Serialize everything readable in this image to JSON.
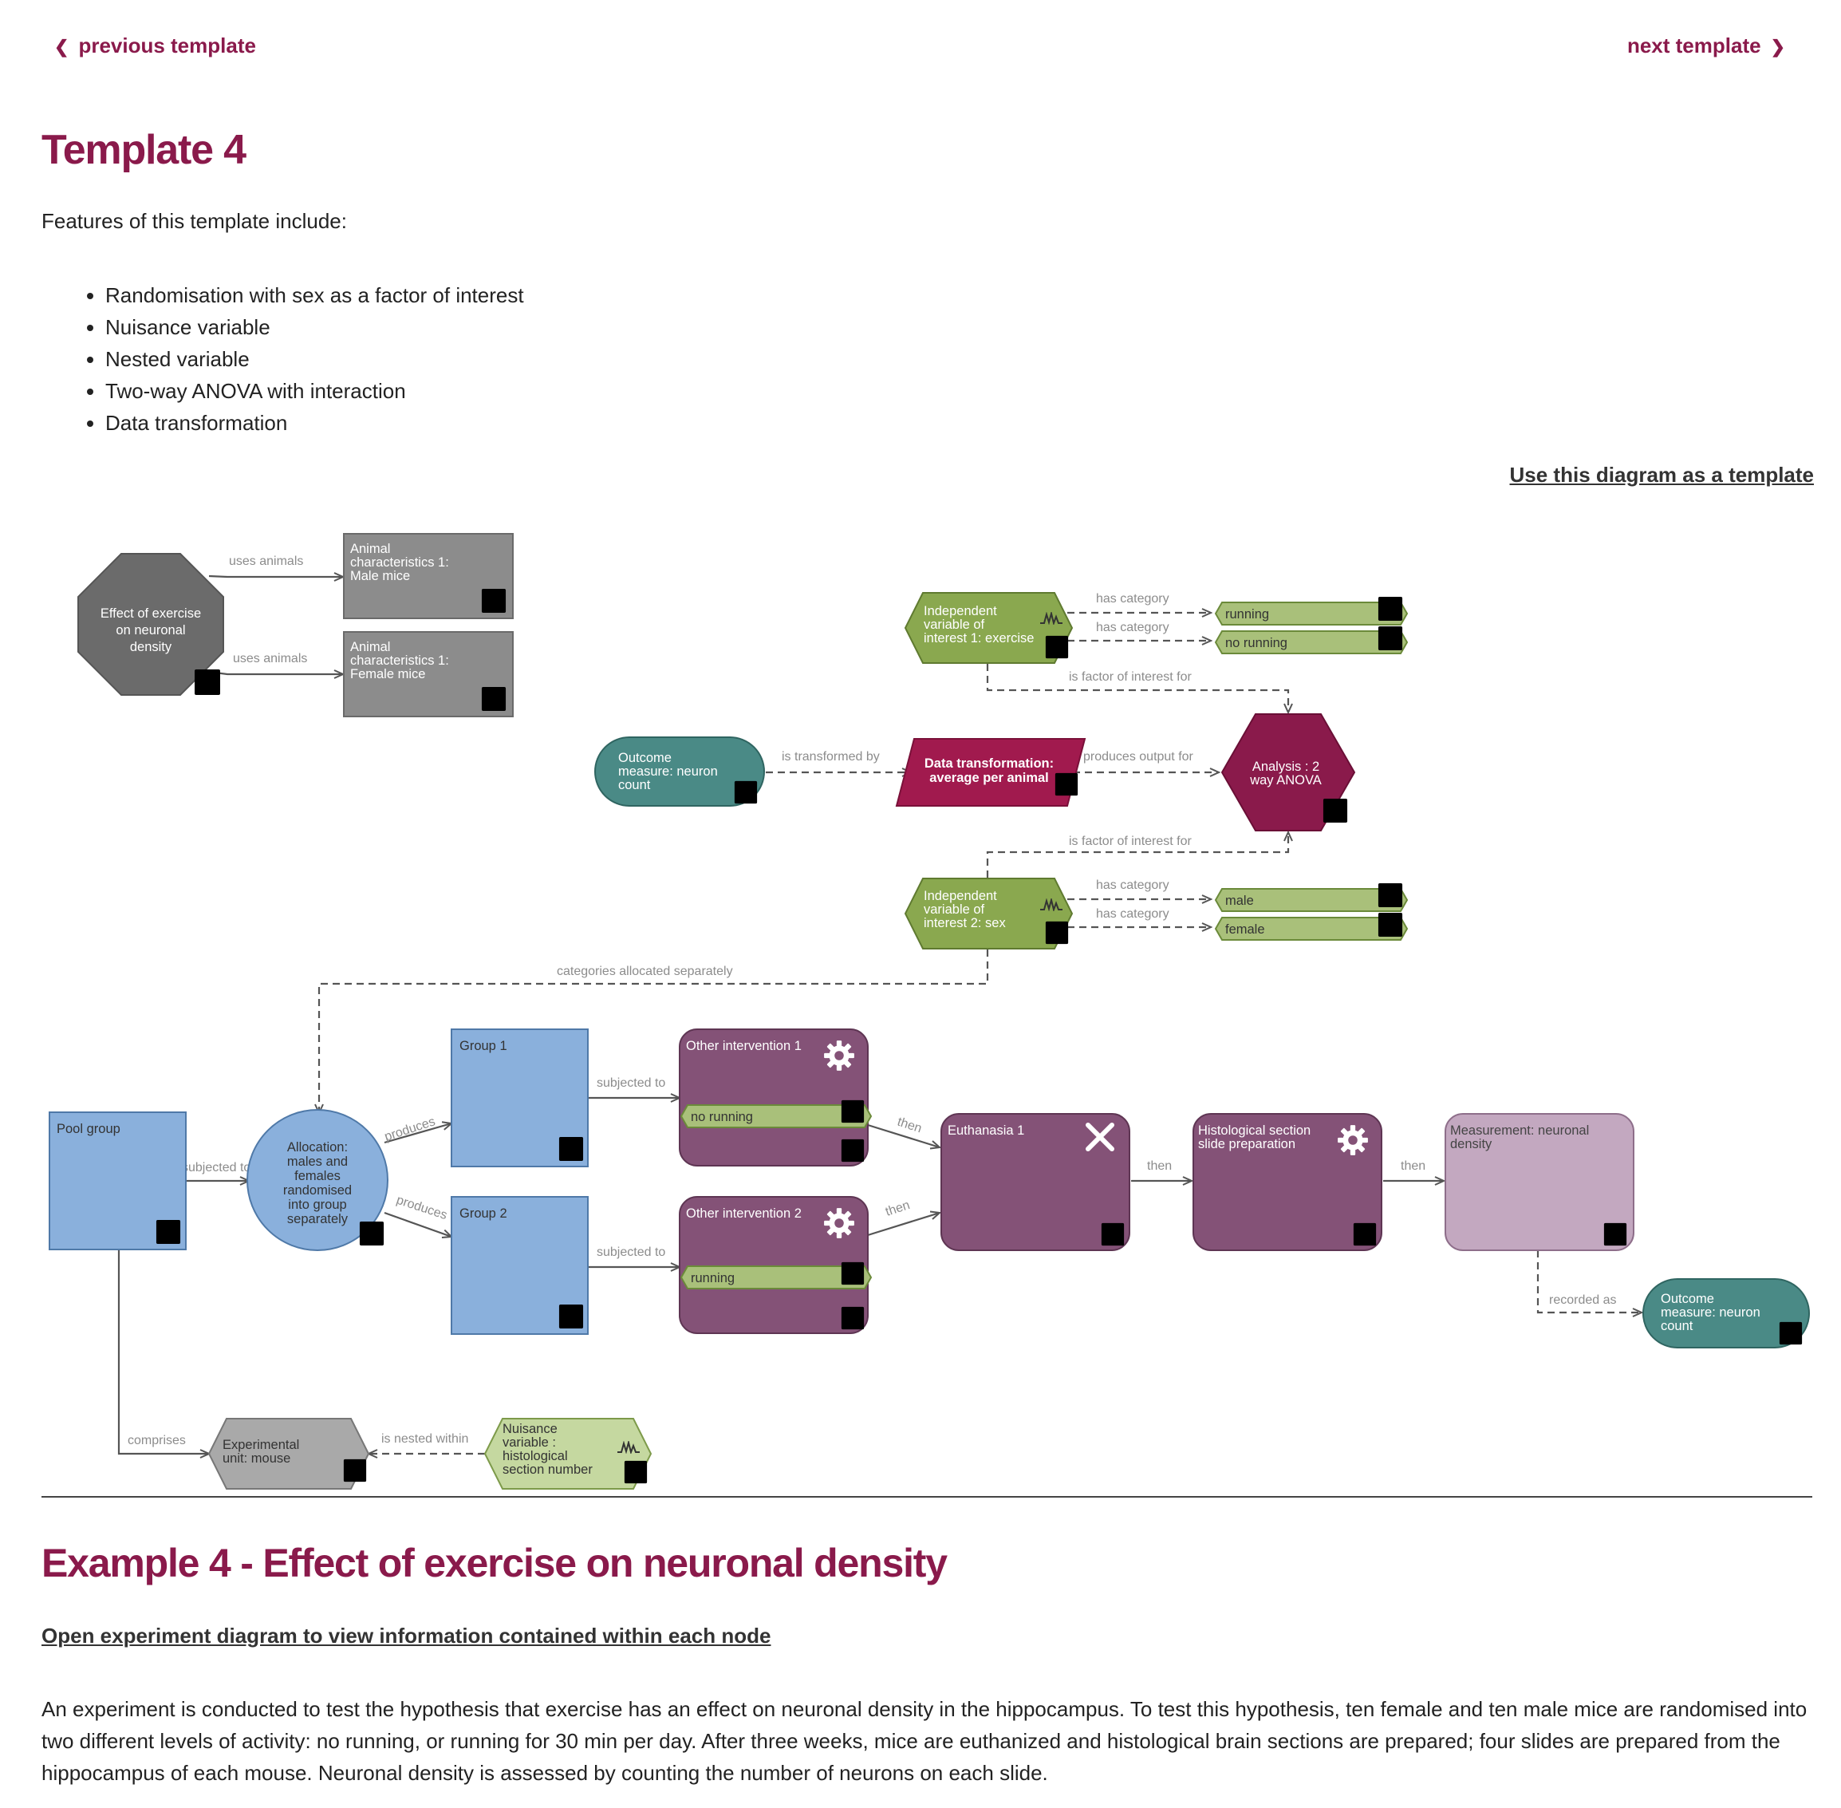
{
  "nav": {
    "previous_label": "previous template",
    "next_label": "next template"
  },
  "template": {
    "title": "Template 4",
    "intro": "Features of this template include:",
    "features": [
      "Randomisation with sex as a factor of interest",
      "Nuisance variable",
      "Nested variable",
      "Two-way ANOVA with interaction",
      "Data transformation"
    ],
    "use_link": "Use this diagram as a template"
  },
  "diagram": {
    "nodes": {
      "effect": [
        "Effect of exercise",
        "on neuronal",
        "density"
      ],
      "male_mice": [
        "Animal",
        "characteristics 1:",
        "Male mice"
      ],
      "female_mice": [
        "Animal",
        "characteristics 1:",
        "Female mice"
      ],
      "iv_exercise": [
        "Independent",
        "variable of",
        "interest 1: exercise"
      ],
      "running_top": "running",
      "no_running_top": "no running",
      "outcome_top": [
        "Outcome",
        "measure: neuron",
        "count"
      ],
      "data_transformation": [
        "Data transformation:",
        "average per animal"
      ],
      "analysis": [
        "Analysis : 2",
        "way ANOVA"
      ],
      "iv_sex": [
        "Independent",
        "variable of",
        "interest 2: sex"
      ],
      "male": "male",
      "female": "female",
      "pool_group": "Pool group",
      "allocation": [
        "Allocation:",
        "males and",
        "females",
        "randomised",
        "into group",
        "separately"
      ],
      "group1": "Group 1",
      "group2": "Group 2",
      "intervention1": "Other intervention 1",
      "intervention1_tag": "no running",
      "intervention2": "Other intervention 2",
      "intervention2_tag": "running",
      "euthanasia": "Euthanasia 1",
      "histology": [
        "Histological section",
        "slide preparation"
      ],
      "measurement": [
        "Measurement: neuronal",
        "density"
      ],
      "outcome_bottom": [
        "Outcome",
        "measure: neuron",
        "count"
      ],
      "experimental_unit": [
        "Experimental",
        "unit: mouse"
      ],
      "nuisance": [
        "Nuisance",
        "variable :",
        "histological",
        "section number"
      ]
    },
    "edges": {
      "uses_animals_1": "uses animals",
      "uses_animals_2": "uses animals",
      "has_category_1": "has category",
      "has_category_2": "has category",
      "factor_of_interest_1": "is factor of interest for",
      "transformed_by": "is transformed by",
      "produces_output": "produces output for",
      "factor_of_interest_2": "is factor of interest for",
      "has_category_3": "has category",
      "has_category_4": "has category",
      "allocated_separately": "categories allocated separately",
      "subjected_to_pool": "subjected to",
      "produces_1": "produces",
      "produces_2": "produces",
      "subjected_to_1": "subjected to",
      "subjected_to_2": "subjected to",
      "then_1": "then",
      "then_2": "then",
      "then_3": "then",
      "then_4": "then",
      "recorded_as": "recorded as",
      "comprises": "comprises",
      "nested_within": "is nested within"
    }
  },
  "example": {
    "title": "Example 4 - Effect of exercise on neuronal density",
    "open_link": "Open experiment diagram to view information contained within each node",
    "paragraph": "An experiment is conducted to test the hypothesis that exercise has an effect on neuronal density in the hippocampus. To test this hypothesis, ten female and ten male mice are randomised into two different levels of activity: no running, or running for 30 min per day. After three weeks, mice are euthanized and histological brain sections are prepared; four slides are prepared from the hippocampus of each mouse. Neuronal density is assessed by counting the number of neurons on each slide."
  },
  "colors": {
    "brand": "#8a1a4b",
    "animal_characteristics": "#8c8c8c",
    "effect_octagon": "#6b6b6b",
    "independent_variable": "#8aa84f",
    "category": "#a9c07a",
    "outcome": "#4a8a86",
    "analysis": "#8a1a4b",
    "group": "#8ab0dc",
    "intervention": "#845277",
    "measurement": "#c3a8c0",
    "experimental_unit": "#a9a9a9",
    "nuisance": "#c5d8a0"
  },
  "icons": [
    "chevron-left-icon",
    "chevron-right-icon",
    "document-icon",
    "gear-icon",
    "close-x-icon",
    "waveform-icon"
  ]
}
